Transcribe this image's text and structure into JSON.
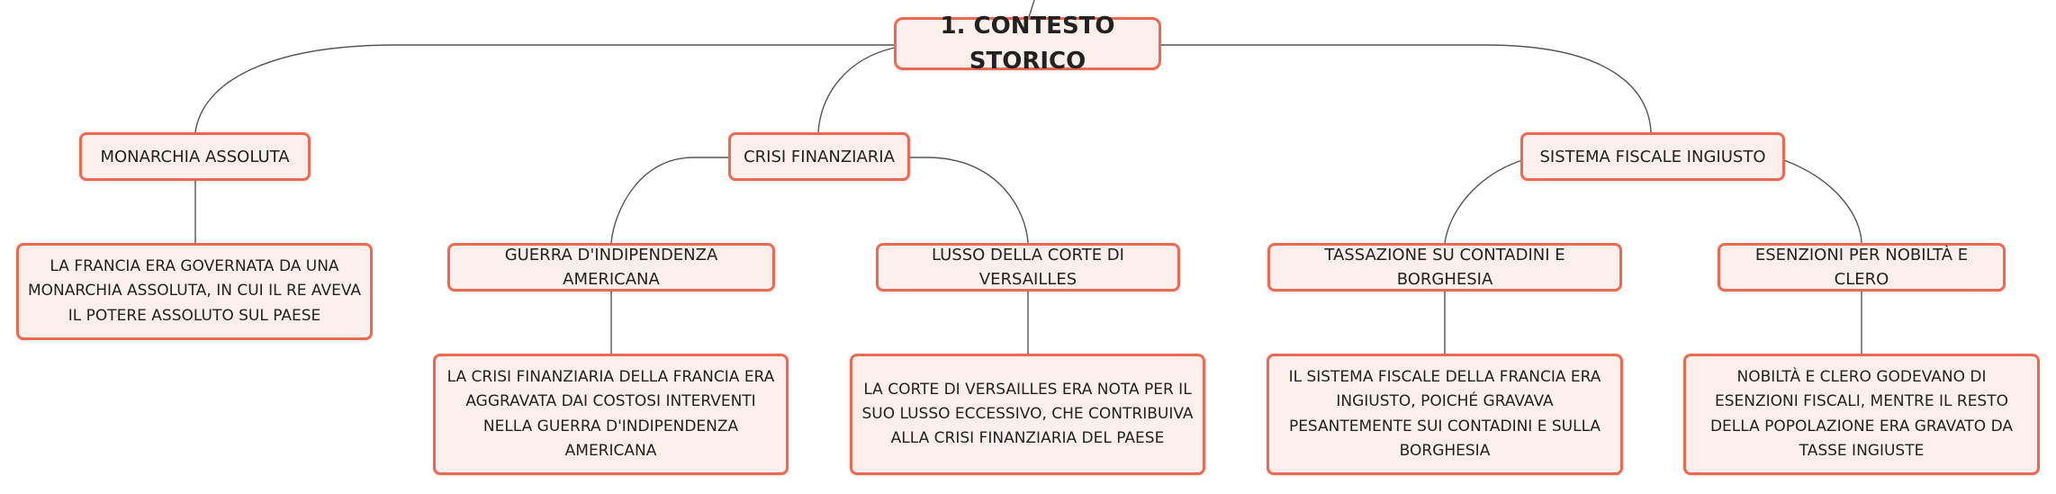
{
  "root": {
    "label": "1. CONTESTO STORICO"
  },
  "branches": [
    {
      "label": "MONARCHIA ASSOLUTA",
      "detail": "LA FRANCIA ERA GOVERNATA DA UNA MONARCHIA ASSOLUTA, IN CUI IL RE AVEVA IL POTERE ASSOLUTO SUL PAESE"
    },
    {
      "label": "CRISI FINANZIARIA",
      "children": [
        {
          "label": "GUERRA D'INDIPENDENZA AMERICANA",
          "detail": "LA CRISI FINANZIARIA DELLA FRANCIA ERA AGGRAVATA DAI COSTOSI INTERVENTI NELLA GUERRA D'INDIPENDENZA AMERICANA"
        },
        {
          "label": "LUSSO DELLA CORTE DI VERSAILLES",
          "detail": "LA CORTE DI VERSAILLES ERA NOTA PER IL SUO LUSSO ECCESSIVO, CHE CONTRIBUIVA ALLA CRISI FINANZIARIA DEL PAESE"
        }
      ]
    },
    {
      "label": "SISTEMA FISCALE INGIUSTO",
      "children": [
        {
          "label": "TASSAZIONE SU CONTADINI E BORGHESIA",
          "detail": "IL SISTEMA FISCALE DELLA FRANCIA ERA INGIUSTO, POICHÉ GRAVAVA PESANTEMENTE SUI CONTADINI E SULLA BORGHESIA"
        },
        {
          "label": "ESENZIONI PER NOBILTÀ E CLERO",
          "detail": "NOBILTÀ E CLERO GODEVANO DI ESENZIONI FISCALI, MENTRE IL RESTO DELLA POPOLAZIONE ERA GRAVATO DA TASSE INGIUSTE"
        }
      ]
    }
  ],
  "colors": {
    "node_border": "#ec6a52",
    "node_fill": "#fdf0ec",
    "connector": "#555555",
    "text": "#222222"
  }
}
